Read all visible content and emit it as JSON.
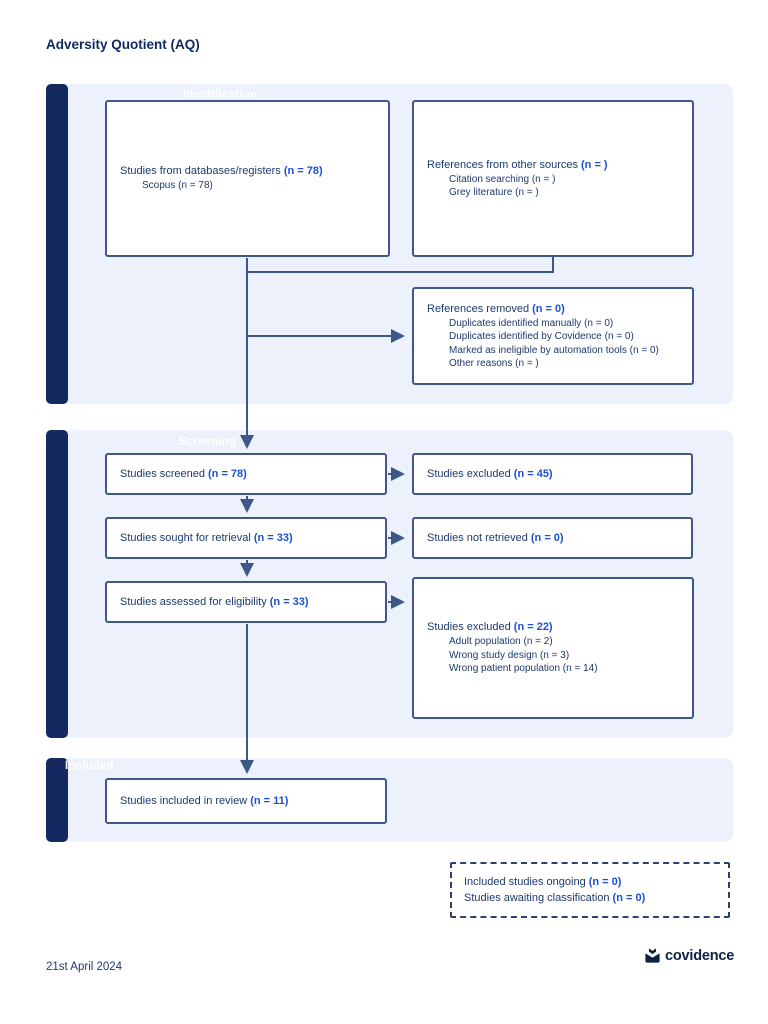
{
  "title": "Adversity Quotient (AQ)",
  "sections": {
    "identification": {
      "label": "Identification"
    },
    "screening": {
      "label": "Screening"
    },
    "included": {
      "label": "Included"
    }
  },
  "boxes": {
    "databases": {
      "label": "Studies from databases/registers",
      "count": "(n = 78)",
      "subs": [
        "Scopus (n = 78)"
      ]
    },
    "other_sources": {
      "label": "References from other sources",
      "count": "(n = )",
      "subs": [
        "Citation searching (n = )",
        "Grey literature (n = )"
      ]
    },
    "removed": {
      "label": "References removed",
      "count": "(n = 0)",
      "subs": [
        "Duplicates identified manually (n = 0)",
        "Duplicates identified by Covidence (n = 0)",
        "Marked as ineligible by automation tools (n = 0)",
        "Other reasons (n = )"
      ]
    },
    "screened": {
      "label": "Studies screened",
      "count": "(n = 78)"
    },
    "excluded_screening": {
      "label": "Studies excluded",
      "count": "(n = 45)"
    },
    "sought": {
      "label": "Studies sought for retrieval",
      "count": "(n = 33)"
    },
    "not_retrieved": {
      "label": "Studies not retrieved",
      "count": "(n = 0)"
    },
    "assessed": {
      "label": "Studies assessed for eligibility",
      "count": "(n = 33)"
    },
    "excluded_eligibility": {
      "label": "Studies excluded",
      "count": "(n = 22)",
      "subs": [
        "Adult population (n = 2)",
        "Wrong study design (n = 3)",
        "Wrong patient population (n = 14)"
      ]
    },
    "included_review": {
      "label": "Studies included in review",
      "count": "(n = 11)"
    },
    "ongoing": {
      "lines": [
        {
          "label": "Included studies ongoing",
          "count": "(n = 0)"
        },
        {
          "label": "Studies awaiting classification",
          "count": "(n = 0)"
        }
      ]
    }
  },
  "footer": {
    "date": "21st April 2024",
    "logo_text": "covidence"
  },
  "colors": {
    "section_bar": "#13295f",
    "section_panel": "#ecf1fb",
    "box_border": "#41568a",
    "connector": "#3d5787",
    "text": "#1c3a6e",
    "count_accent": "#1b50d6",
    "logo": "#0d2145"
  }
}
